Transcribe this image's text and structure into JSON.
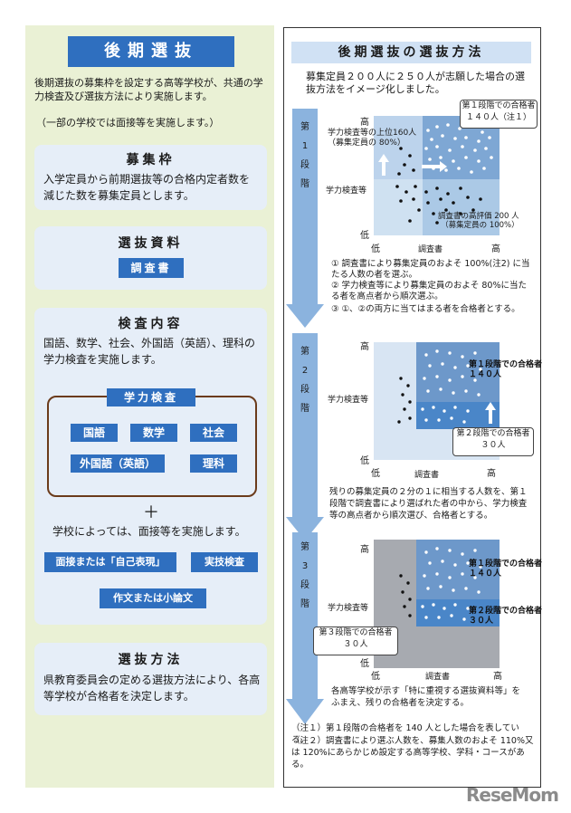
{
  "left": {
    "title": "後期選抜",
    "intro": "後期選抜の募集枠を設定する高等学校が、共通の学力検査及び選抜方法により実施します。",
    "intro_note": "（一部の学校では面接等を実施します。）",
    "sections": [
      {
        "title": "募集枠",
        "text": "入学定員から前期選抜等の合格内定者数を減じた数を募集定員とします。"
      },
      {
        "title": "選抜資料",
        "button": "調査書"
      },
      {
        "title": "検査内容",
        "text": "国語、数学、社会、外国語（英語）、理科の学力検査を実施します。"
      },
      {
        "title": "選抜方法",
        "text": "県教育委員会の定める選抜方法により、各高等学校が合格者を決定します。"
      }
    ],
    "gakuryoku": {
      "label": "学力検査",
      "subjects": [
        "国語",
        "数学",
        "社会",
        "外国語（英語）",
        "理科"
      ]
    },
    "plus": "＋",
    "extra_text": "学校によっては、面接等を実施します。",
    "extra_buttons": [
      "面接または「自己表現」",
      "実技検査",
      "作文または小論文"
    ]
  },
  "right": {
    "title": "後期選抜の選抜方法",
    "intro": "募集定員２００人に２５０人が志願した場合の選抜方法をイメージ化しました。",
    "stage_labels": [
      [
        "第",
        "1",
        "段",
        "階"
      ],
      [
        "第",
        "2",
        "段",
        "階"
      ],
      [
        "第",
        "3",
        "段",
        "階"
      ]
    ],
    "axis": {
      "high": "高",
      "low": "低",
      "y_label": "学力検査等",
      "x_label": "調査書"
    },
    "stage1": {
      "callout": "第１段階での合格者\n１４０人（注１）",
      "top_label": "学力検査等の上位160人\n（募集定員の 80%）",
      "bottom_label": "調査書の高評価 200 人\n（募集定員の 100%）",
      "notes": [
        "① 調査書により募集定員のおよそ 100%(注2) に当たる人数の者を選ぶ。",
        "② 学力検査等により募集定員のおよそ 80%に当たる者を高点者から順次選ぶ。",
        "③ ①、②の両方に当てはまる者を合格者とする。"
      ]
    },
    "stage2": {
      "label1": "第１段階での合格者\n１４０人",
      "callout": "第２段階での合格者\n３０人",
      "note": "残りの募集定員の２分の１に相当する人数を、第１段階で調査書により選ばれた者の中から、学力検査等の高点者から順次選び、合格者とする。"
    },
    "stage3": {
      "label1": "第１段階での合格者\n１４０人",
      "label2": "第２段階での合格者\n３０人",
      "callout": "第３段階での合格者\n３０人",
      "note": "各高等学校が示す「特に重視する選抜資料等」をふまえ、残りの合格者を決定する。"
    },
    "footnotes": [
      "（注１）第１段階の合格者を 140 人とした場合を表している。",
      "（注２）調査書により選ぶ人数を、募集人数のおよそ 110%又は 120%にあらかじめ設定する高等学校、学科・コースがある。"
    ]
  },
  "watermark": "ReseMom"
}
